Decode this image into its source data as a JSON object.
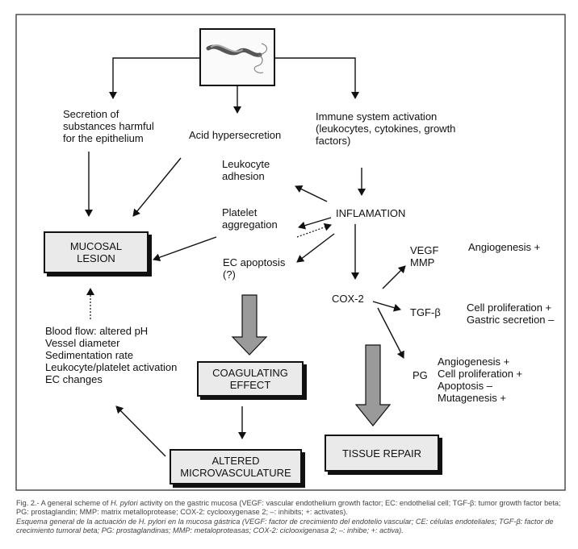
{
  "nodes": {
    "secretion": "Secretion of\nsubstances harmful\nfor the epithelium",
    "acid": "Acid hypersecretion",
    "immune": "Immune system activation\n(leukocytes, cytokines, growth\nfactors)",
    "leukocyte_adhesion": "Leukocyte\nadhesion",
    "platelet_aggregation": "Platelet\naggregation",
    "inflamation": "INFLAMATION",
    "mucosal_lesion": "MUCOSAL\nLESION",
    "ec_apoptosis": "EC apoptosis\n(?)",
    "vegf_mmp": "VEGF\nMMP",
    "angiogenesis_1": "Angiogenesis +",
    "cox2": "COX-2",
    "tgfb": "TGF-β",
    "cell_prolif_gastric": "Cell proliferation +\nGastric secretion –",
    "pg": "PG",
    "pg_effects": "Angiogenesis +\nCell proliferation +\nApoptosis –\nMutagenesis +",
    "blood_flow": "Blood flow: altered pH\nVessel diameter\nSedimentation rate\nLeukocyte/platelet activation\nEC changes",
    "coagulating": "COAGULATING\nEFFECT",
    "tissue_repair": "TISSUE REPAIR",
    "altered_micro": "ALTERED\nMICROVASCULATURE"
  },
  "caption": {
    "en_prefix": "Fig. 2.- A general scheme of ",
    "en_organism": "H. pylori",
    "en_rest": " activity on the gastric mucosa (VEGF: vascular endothelium growth factor; EC: endothelial cell; TGF-β: tumor growth factor beta; PG: prostaglandin; MMP: matrix metalloprotease; COX-2: cyclooxygenase 2; –: inhibits; +: activates).",
    "es": "Esquema general de la actuación de H. pylori en la mucosa gástrica (VEGF: factor de crecimiento del endotelio vascular; CE: células endoteliales; TGF-β: factor de crecimiento tumoral beta; PG: prostaglandinas; MMP: metaloproteasas; COX-2: ciclooxigenasa 2; –: inhibe; +: activa)."
  }
}
